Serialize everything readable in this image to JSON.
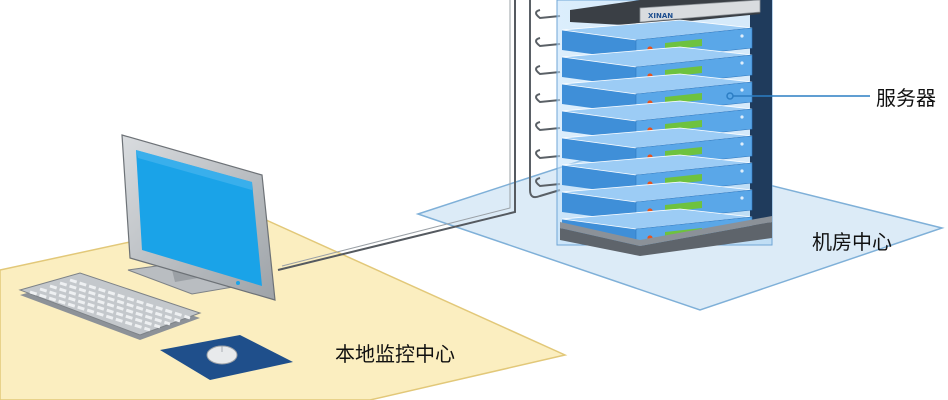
{
  "labels": {
    "server": "服务器",
    "machine_room": "机房中心",
    "local_monitoring": "本地监控中心"
  },
  "rack": {
    "brand_text": "XINAN",
    "unit_count": 8
  },
  "colors": {
    "local_zone_fill": "#fbeec0",
    "local_zone_stroke": "#e2c879",
    "room_zone_fill": "#dcebf7",
    "room_zone_stroke": "#7fb0d8",
    "screen_blue": "#1aa3e8",
    "server_blue": "#5aa7e8",
    "server_led": "#e8541f",
    "server_display": "#6ec23f",
    "cable": "#555a60",
    "leader_line": "#2c7ec4"
  }
}
